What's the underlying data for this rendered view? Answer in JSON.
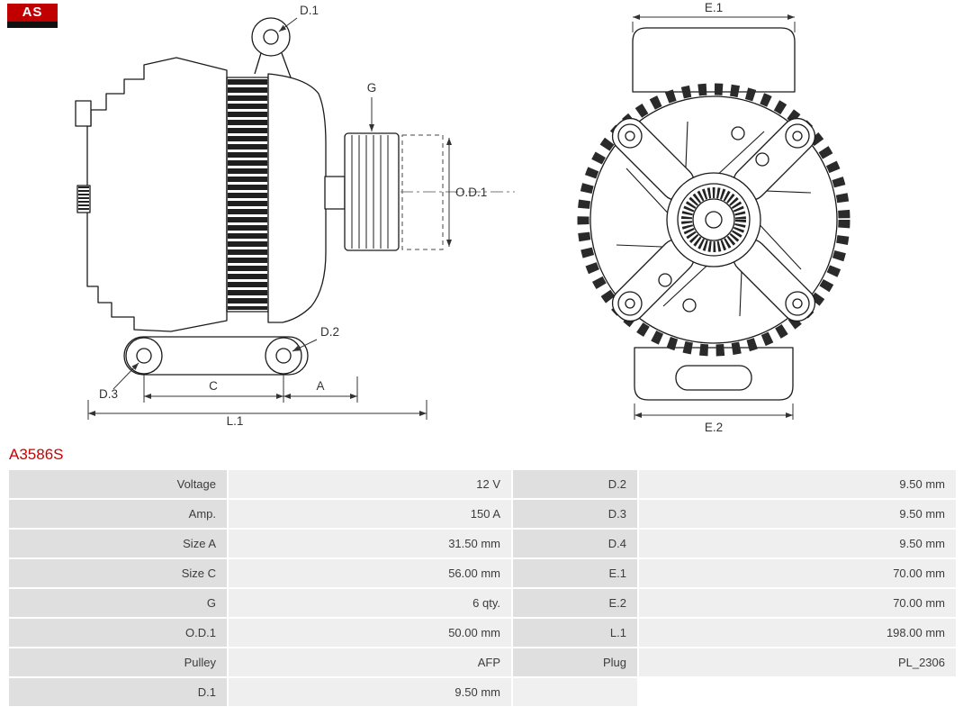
{
  "brand": {
    "logo_text": "AS",
    "logo_color": "#c00000"
  },
  "part_number": "A3586S",
  "diagram": {
    "labels": {
      "d1": "D.1",
      "d2": "D.2",
      "d3": "D.3",
      "g": "G",
      "od1": "O.D.1",
      "a": "A",
      "c": "C",
      "l1": "L.1",
      "e1": "E.1",
      "e2": "E.2"
    }
  },
  "specs": {
    "left": [
      {
        "label": "Voltage",
        "value": "12 V"
      },
      {
        "label": "Amp.",
        "value": "150 A"
      },
      {
        "label": "Size A",
        "value": "31.50 mm"
      },
      {
        "label": "Size C",
        "value": "56.00 mm"
      },
      {
        "label": "G",
        "value": "6 qty."
      },
      {
        "label": "O.D.1",
        "value": "50.00 mm"
      },
      {
        "label": "Pulley",
        "value": "AFP"
      },
      {
        "label": "D.1",
        "value": "9.50 mm"
      }
    ],
    "right": [
      {
        "label": "D.2",
        "value": "9.50 mm"
      },
      {
        "label": "D.3",
        "value": "9.50 mm"
      },
      {
        "label": "D.4",
        "value": "9.50 mm"
      },
      {
        "label": "E.1",
        "value": "70.00 mm"
      },
      {
        "label": "E.2",
        "value": "70.00 mm"
      },
      {
        "label": "L.1",
        "value": "198.00 mm"
      },
      {
        "label": "Plug",
        "value": "PL_2306"
      },
      {
        "label": "",
        "value": ""
      }
    ]
  }
}
